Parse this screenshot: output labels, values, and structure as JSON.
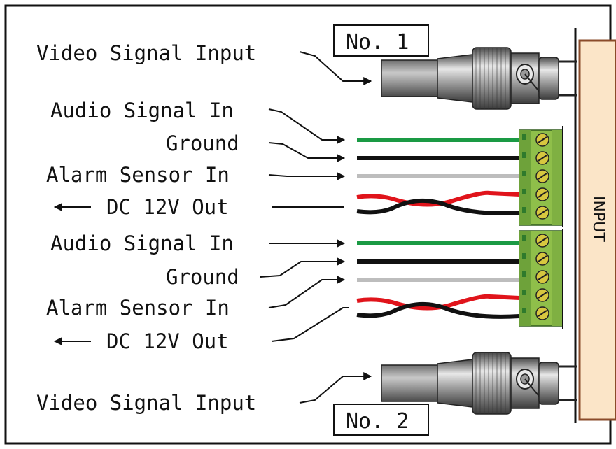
{
  "labels": {
    "video_top": "Video Signal Input",
    "audio_1": "Audio Signal In",
    "ground_1": "Ground",
    "alarm_1": "Alarm Sensor In",
    "dc_1": "DC 12V Out",
    "audio_2": "Audio Signal In",
    "ground_2": "Ground",
    "alarm_2": "Alarm Sensor In",
    "dc_2": "DC 12V Out",
    "video_bottom": "Video Signal Input"
  },
  "boxes": {
    "no1": "No. 1",
    "no2": "No. 2"
  },
  "panel": {
    "label": "INPUT"
  },
  "colors": {
    "audio_wire": "#1a9a44",
    "ground_wire": "#111111",
    "alarm_wire": "#bdbdbd",
    "dc_red": "#e0141b",
    "dc_black": "#111111",
    "terminal_green": "#8fbf4a",
    "terminal_dark": "#2f7a2c",
    "terminal_screw": "#c7b63c",
    "panel_fill": "#fbe5c8",
    "panel_border": "#8a4b2a"
  },
  "icons": [
    "bnc-connector-icon",
    "terminal-block-icon",
    "arrow-right-icon",
    "arrow-left-icon"
  ]
}
